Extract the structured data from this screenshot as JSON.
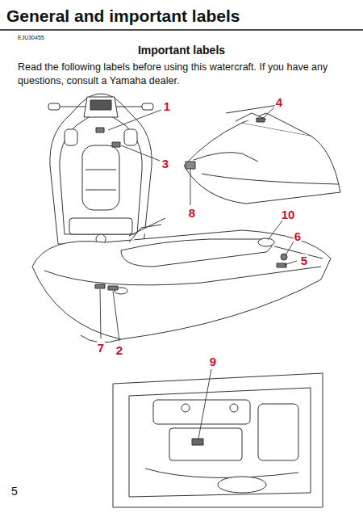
{
  "diagram": {
    "title": "General and important labels",
    "labels": [
      "EJU30455",
      "Important labels",
      "Read the following labels before using this watercraft. If you have any questions, consult a Yamaha dealer.",
      "1",
      "4",
      "3",
      "8",
      "10",
      "6",
      "5",
      "7",
      "2",
      "9",
      "5"
    ]
  }
}
